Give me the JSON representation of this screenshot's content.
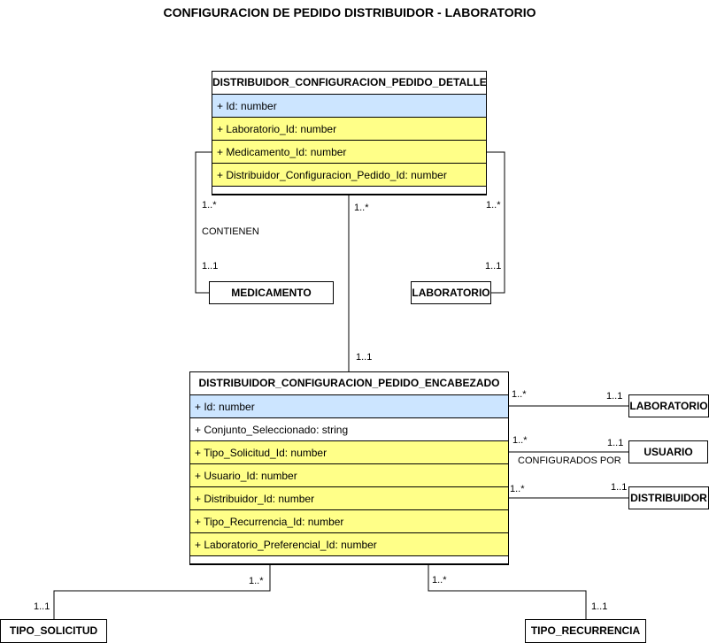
{
  "title": "CONFIGURACION DE PEDIDO DISTRIBUIDOR - LABORATORIO",
  "detalle": {
    "name": "DISTRIBUIDOR_CONFIGURACION_PEDIDO_DETALLE",
    "fields": [
      {
        "text": "+ Id: number",
        "kind": "pk"
      },
      {
        "text": "+ Laboratorio_Id: number",
        "kind": "fk"
      },
      {
        "text": "+ Medicamento_Id: number",
        "kind": "fk"
      },
      {
        "text": "+ Distribuidor_Configuracion_Pedido_Id: number",
        "kind": "fk"
      }
    ]
  },
  "encabezado": {
    "name": "DISTRIBUIDOR_CONFIGURACION_PEDIDO_ENCABEZADO",
    "fields": [
      {
        "text": "+ Id: number",
        "kind": "pk"
      },
      {
        "text": "+ Conjunto_Seleccionado: string",
        "kind": "plain"
      },
      {
        "text": "+ Tipo_Solicitud_Id: number",
        "kind": "fk"
      },
      {
        "text": "+ Usuario_Id: number",
        "kind": "fk"
      },
      {
        "text": "+ Distribuidor_Id: number",
        "kind": "fk"
      },
      {
        "text": "+ Tipo_Recurrencia_Id: number",
        "kind": "fk"
      },
      {
        "text": "+ Laboratorio_Preferencial_Id: number",
        "kind": "fk"
      }
    ]
  },
  "entities": {
    "medicamento": "MEDICAMENTO",
    "laboratorio_top": "LABORATORIO",
    "laboratorio_right": "LABORATORIO",
    "usuario": "USUARIO",
    "distribuidor": "DISTRIBUIDOR",
    "tipo_solicitud": "TIPO_SOLICITUD",
    "tipo_recurrencia": "TIPO_RECURRENCIA"
  },
  "labels": {
    "med_many": "1..*",
    "contienen": "CONTIENEN",
    "med_one": "1..1",
    "det_enc_many": "1..*",
    "det_enc_one": "1..1",
    "lab_many": "1..*",
    "lab_one": "1..1",
    "enc_lab_many": "1..*",
    "enc_lab_one": "1..1",
    "enc_usr_many": "1..*",
    "enc_usr_one": "1..1",
    "configurados_por": "CONFIGURADOS POR",
    "enc_dist_many": "1..*",
    "enc_dist_one": "1..1",
    "sol_many": "1..*",
    "sol_one": "1..1",
    "rec_many": "1..*",
    "rec_one": "1..1"
  },
  "colors": {
    "pk_fill": "#cce5ff",
    "fk_fill": "#ffff88",
    "line": "#000000"
  }
}
